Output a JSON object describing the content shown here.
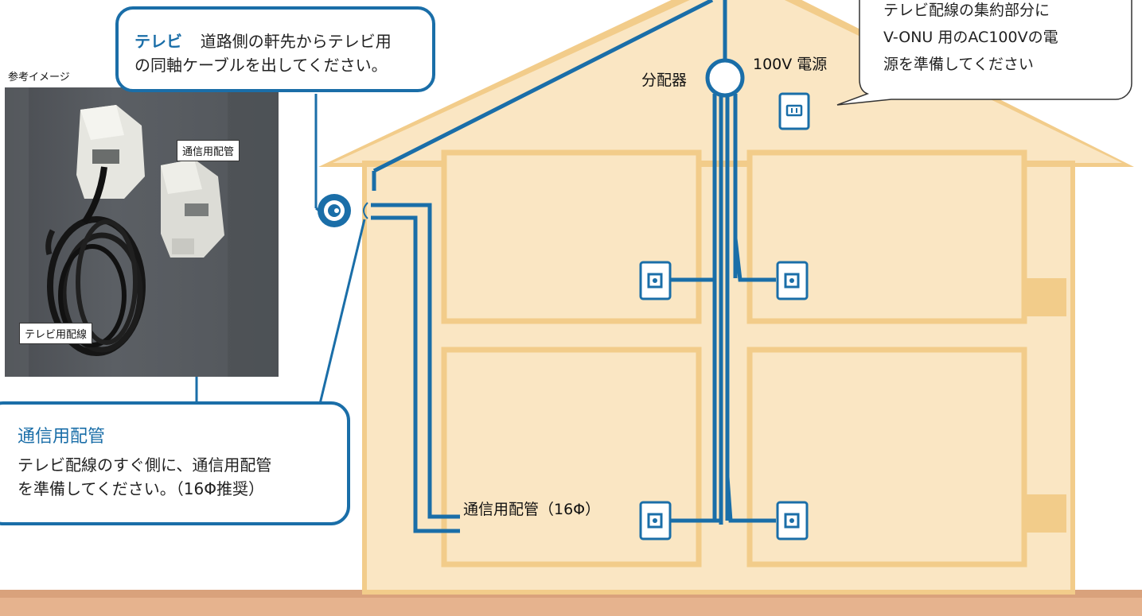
{
  "photo": {
    "caption": "参考イメージ",
    "tag_conduit": "通信用配管",
    "tag_tv_wiring": "テレビ用配線"
  },
  "tv_callout": {
    "title": "テレビ",
    "text_line1": "道路側の軒先からテレビ用",
    "text_line2": "の同軸ケーブルを出してください。"
  },
  "conduit_callout": {
    "title": "通信用配管",
    "text_line1": "テレビ配線のすぐ側に、通信用配管",
    "text_line2": "を準備してください。（16Φ推奨）"
  },
  "splitter_label": "分配器",
  "power_label": "100V 電源",
  "speech_bubble": {
    "line1": "テレビ配線の集約部分に",
    "line2": "V-ONU 用のAC100Vの電",
    "line3": "源を準備してください"
  },
  "conduit_route_label": "通信用配管（16Φ）",
  "colors": {
    "wire_blue": "#1a6ea8",
    "house_fill": "#fae6c3",
    "house_line": "#f2cc8a",
    "ground": "#e6b38e"
  }
}
